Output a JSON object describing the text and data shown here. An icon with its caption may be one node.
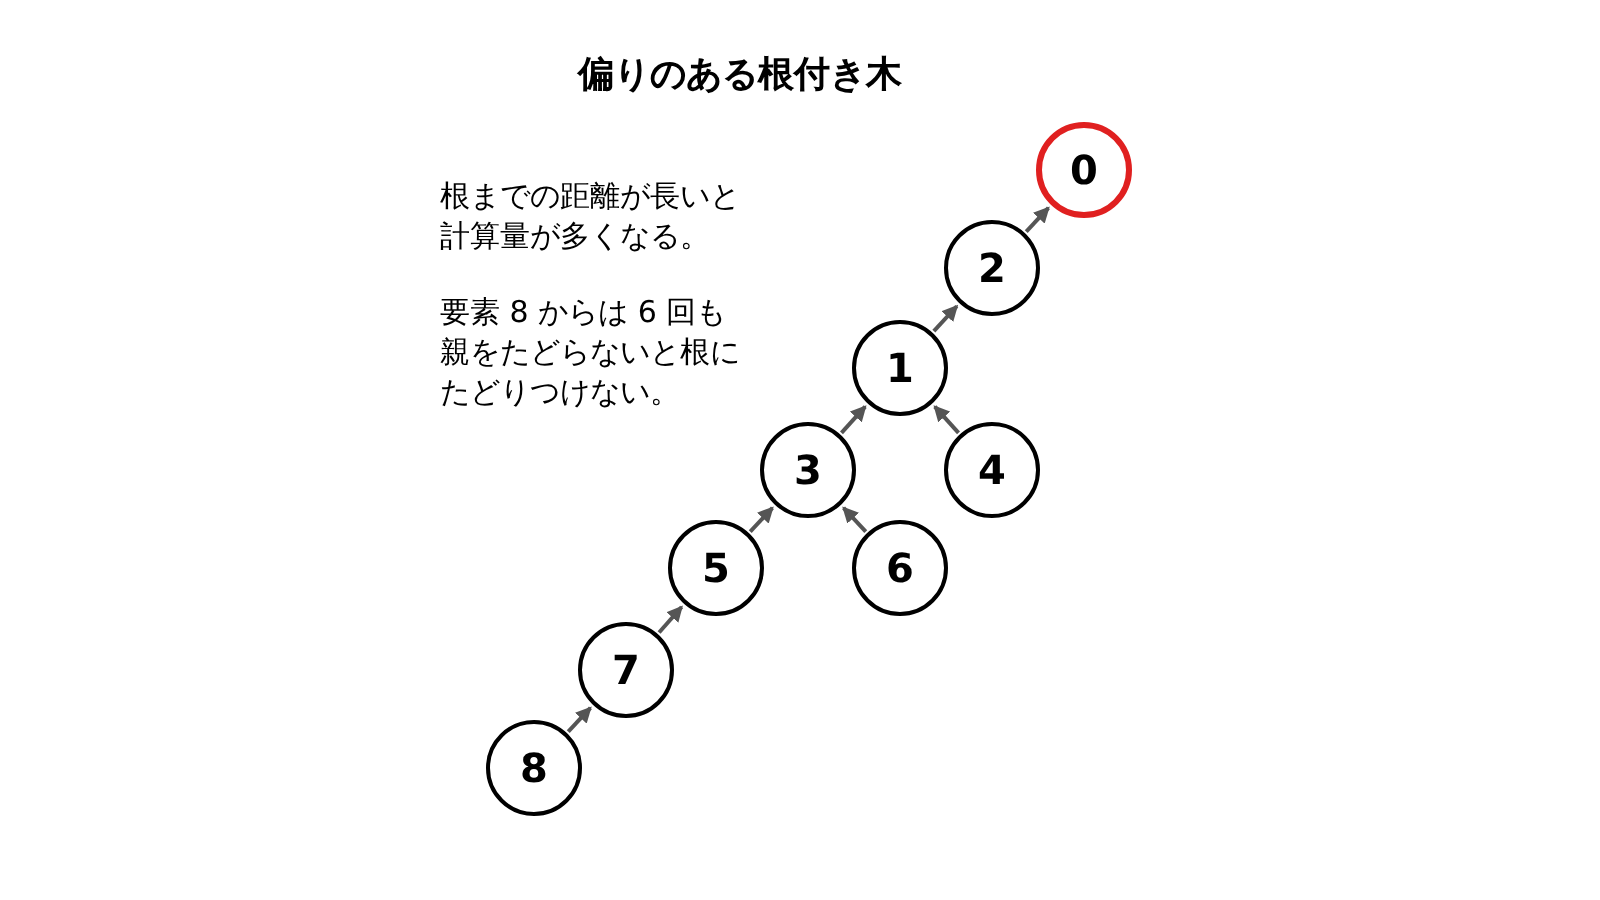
{
  "diagram": {
    "title": "偏りのある根付き木",
    "nodes": [
      {
        "text": [
          "0"
        ]
      },
      {
        "text": [
          "2"
        ]
      },
      {
        "text": [
          "1"
        ]
      },
      {
        "text": [
          "4"
        ]
      },
      {
        "text": [
          "3"
        ]
      },
      {
        "text": [
          "6"
        ]
      },
      {
        "text": [
          "5"
        ]
      },
      {
        "text": [
          "7"
        ]
      },
      {
        "text": [
          "8"
        ]
      }
    ],
    "edges": [
      {
        "from": 1,
        "to": 0,
        "arrow": "to"
      },
      {
        "from": 2,
        "to": 1,
        "arrow": "to"
      },
      {
        "from": 3,
        "to": 2,
        "arrow": "to"
      },
      {
        "from": 4,
        "to": 2,
        "arrow": "to"
      },
      {
        "from": 5,
        "to": 4,
        "arrow": "to"
      },
      {
        "from": 6,
        "to": 4,
        "arrow": "to"
      },
      {
        "from": 7,
        "to": 6,
        "arrow": "to"
      },
      {
        "from": 8,
        "to": 7,
        "arrow": "to"
      }
    ],
    "labels": [
      "根までの距離が長いと計算量が多くなる。",
      "要素 8 からは 6 回も親をたどらないと根にたどりつけない。"
    ]
  }
}
